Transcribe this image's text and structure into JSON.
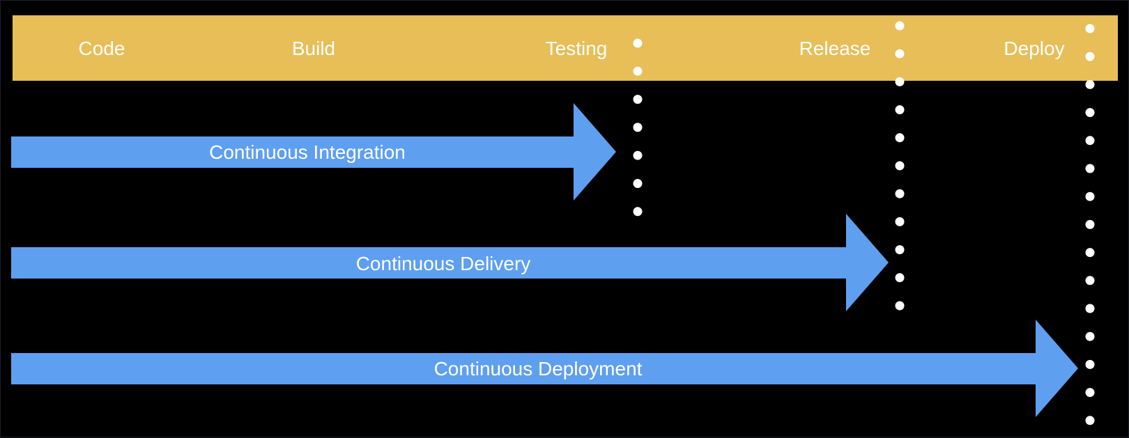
{
  "colors": {
    "background": "#000000",
    "band": "#e7be58",
    "arrow": "#5e9ff0",
    "text": "#ffffff",
    "dot": "#ffffff"
  },
  "stages": [
    {
      "label": "Code"
    },
    {
      "label": "Build"
    },
    {
      "label": "Testing"
    },
    {
      "label": "Release"
    },
    {
      "label": "Deploy"
    }
  ],
  "arrows": [
    {
      "label": "Continuous Integration",
      "ends_at_stage": "Testing"
    },
    {
      "label": "Continuous Delivery",
      "ends_at_stage": "Release"
    },
    {
      "label": "Continuous Deployment",
      "ends_at_stage": "Deploy"
    }
  ]
}
